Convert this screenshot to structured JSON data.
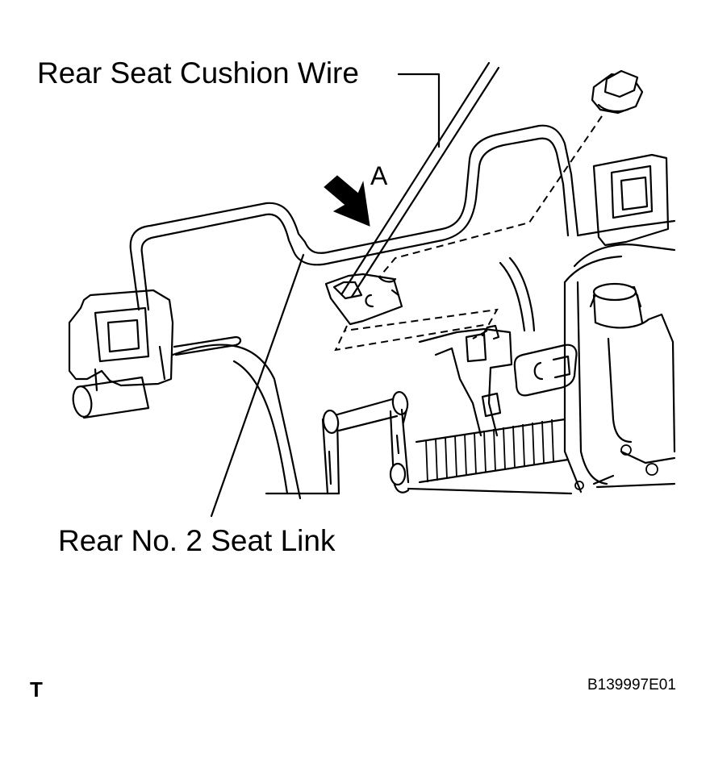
{
  "labels": {
    "rear_seat_cushion_wire": "Rear Seat Cushion Wire",
    "rear_no2_seat_link": "Rear No. 2 Seat Link",
    "view_a": "A",
    "corner_mark": "T",
    "figure_code": "B139997E01"
  },
  "icons": {
    "view_arrow": "down-left-arrow",
    "fastener": "hex-nut-icon"
  }
}
